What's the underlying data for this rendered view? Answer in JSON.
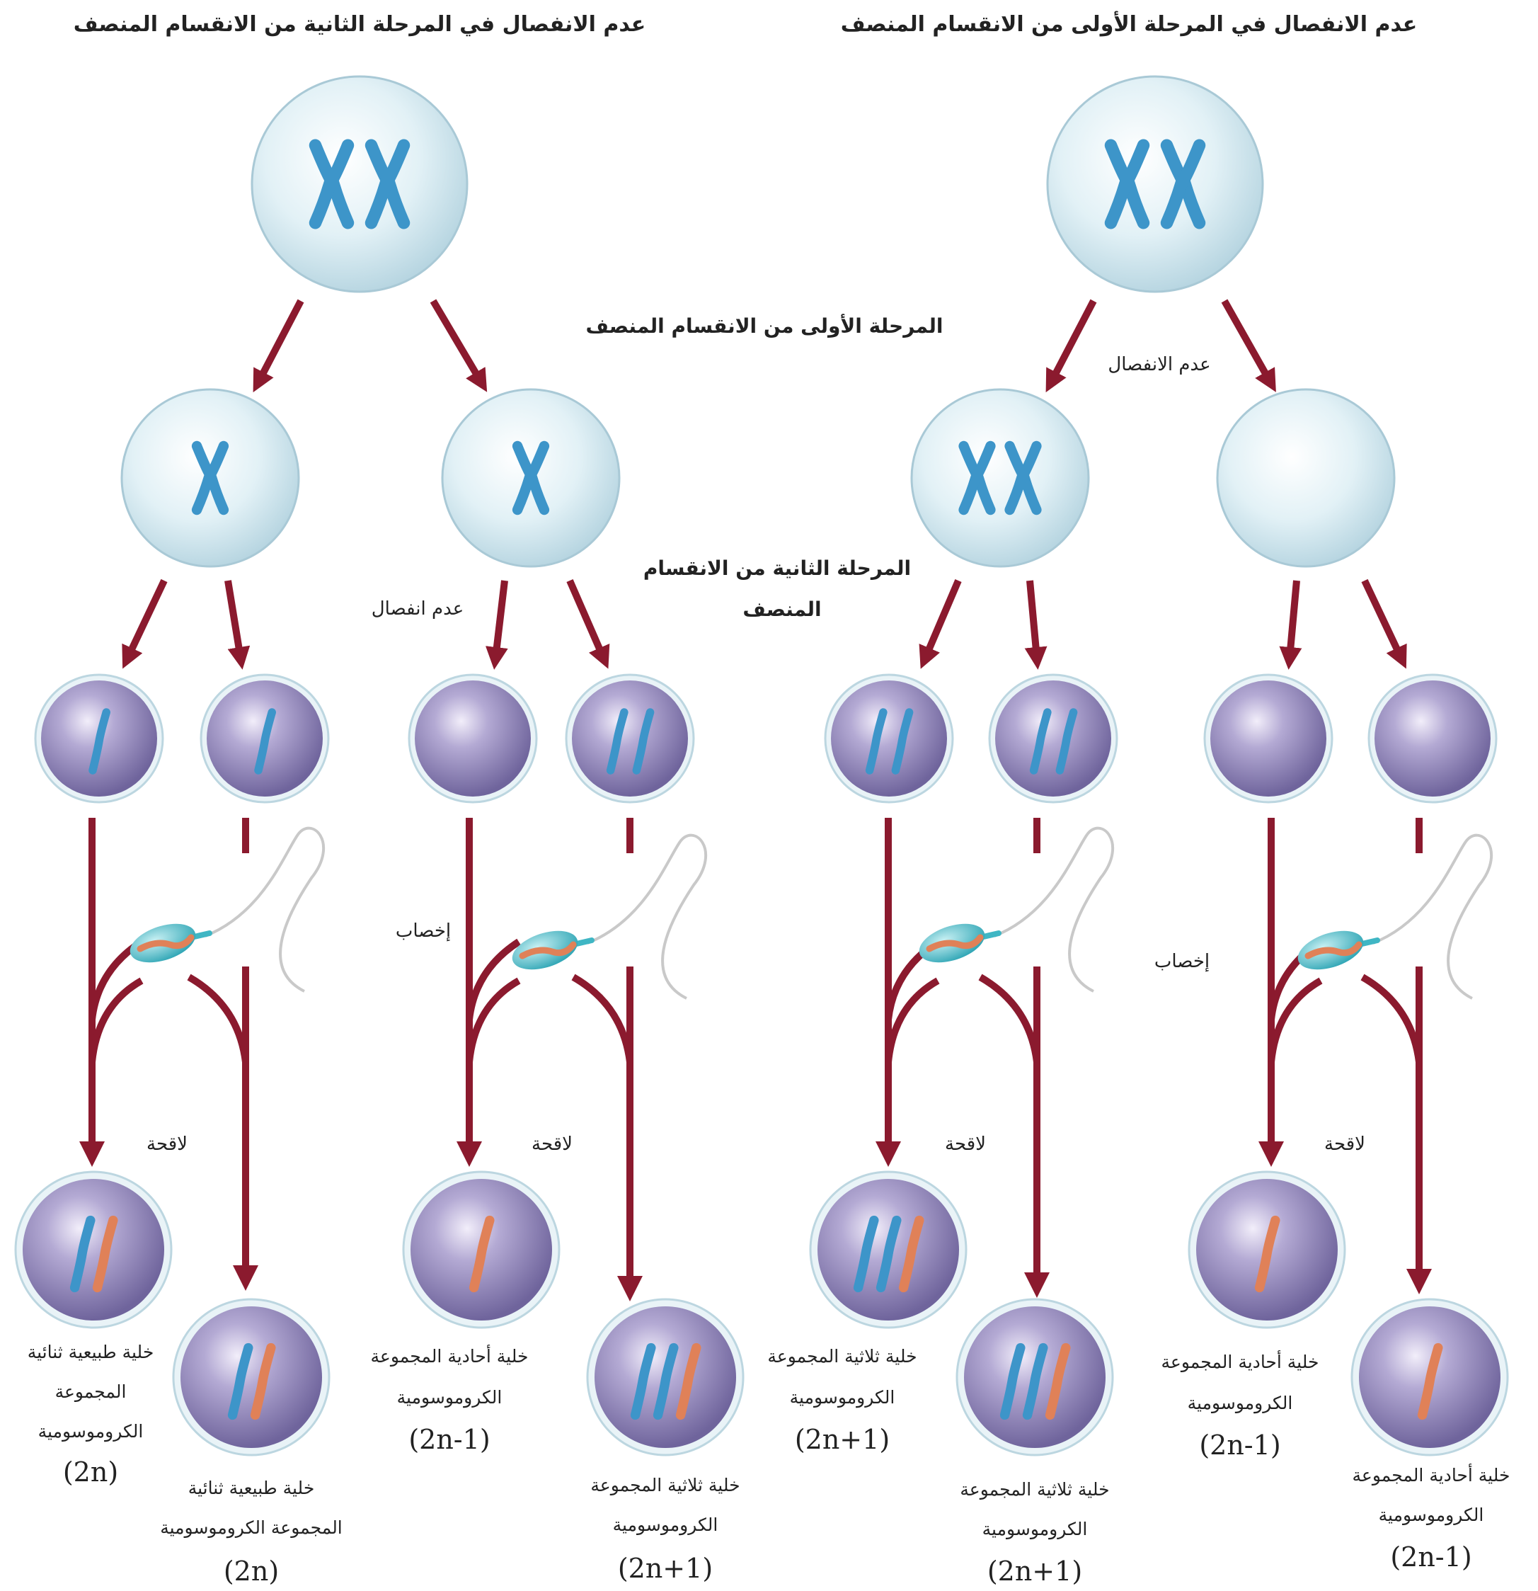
{
  "titles": {
    "left": "عدم الانفصال في المرحلة الثانية من الانقسام المنصف",
    "right": "عدم الانفصال في المرحلة الأولى من الانقسام المنصف"
  },
  "phases": {
    "meiosis1": "المرحلة الأولى من الانقسام المنصف",
    "meiosis2_line1": "المرحلة الثانية من الانقسام",
    "meiosis2_line2": "المنصف"
  },
  "events": {
    "nondisjunction_meiosis1": "عدم الانفصال",
    "nondisjunction_meiosis2": "عدم انفصال",
    "fertilization": "إخصاب",
    "zygote": "لاقحة"
  },
  "results": [
    {
      "line1": "خلية طبيعية ثنائية",
      "line2": "المجموعة",
      "line3": "الكروموسومية",
      "formula": "(2n)"
    },
    {
      "line1": "خلية طبيعية ثنائية",
      "line2": "المجموعة الكروموسومية",
      "formula": "(2n)"
    },
    {
      "line1": "خلية أحادية المجموعة",
      "line2": "الكروموسومية",
      "formula": "(2n-1)"
    },
    {
      "line1": "خلية ثلاثية المجموعة",
      "line2": "الكروموسومية",
      "formula": "(2n+1)"
    },
    {
      "line1": "خلية ثلاثية المجموعة",
      "line2": "الكروموسومية",
      "formula": "(2n+1)"
    },
    {
      "line1": "خلية ثلاثية المجموعة",
      "line2": "الكروموسومية",
      "formula": "(2n+1)"
    },
    {
      "line1": "خلية أحادية المجموعة",
      "line2": "الكروموسومية",
      "formula": "(2n-1)"
    },
    {
      "line1": "خلية أحادية المجموعة",
      "line2": "الكروموسومية",
      "formula": "(2n-1)"
    }
  ],
  "colors": {
    "arrow": "#8b1a2e",
    "cell_light": "#d6ecf3",
    "cell_rim": "#a9c9d6",
    "gamete": "#8f85b8",
    "chromosome_blue": "#3d95c9",
    "chromosome_orange": "#e08158",
    "sperm_head": "#3fb6c4"
  }
}
